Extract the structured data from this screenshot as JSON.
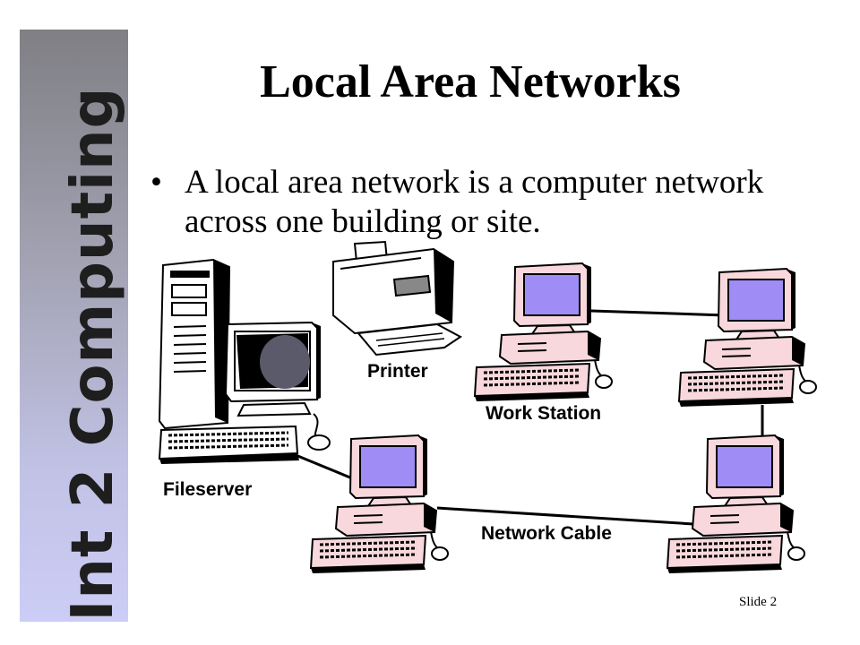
{
  "sidebar": {
    "text": "Int 2 Computing"
  },
  "slide": {
    "title": "Local Area Networks",
    "bullet": "A local area network is a computer network across one building or site.",
    "bullet_marker": "•",
    "slide_number": "Slide 2"
  },
  "diagram": {
    "labels": {
      "printer": "Printer",
      "work_station": "Work Station",
      "fileserver": "Fileserver",
      "network_cable": "Network Cable"
    },
    "colors": {
      "workstation_screen": "#9f8cf4",
      "workstation_body": "#f8d8dc",
      "fileserver_screen": "#5a5a6a",
      "cable": "#000000"
    }
  }
}
